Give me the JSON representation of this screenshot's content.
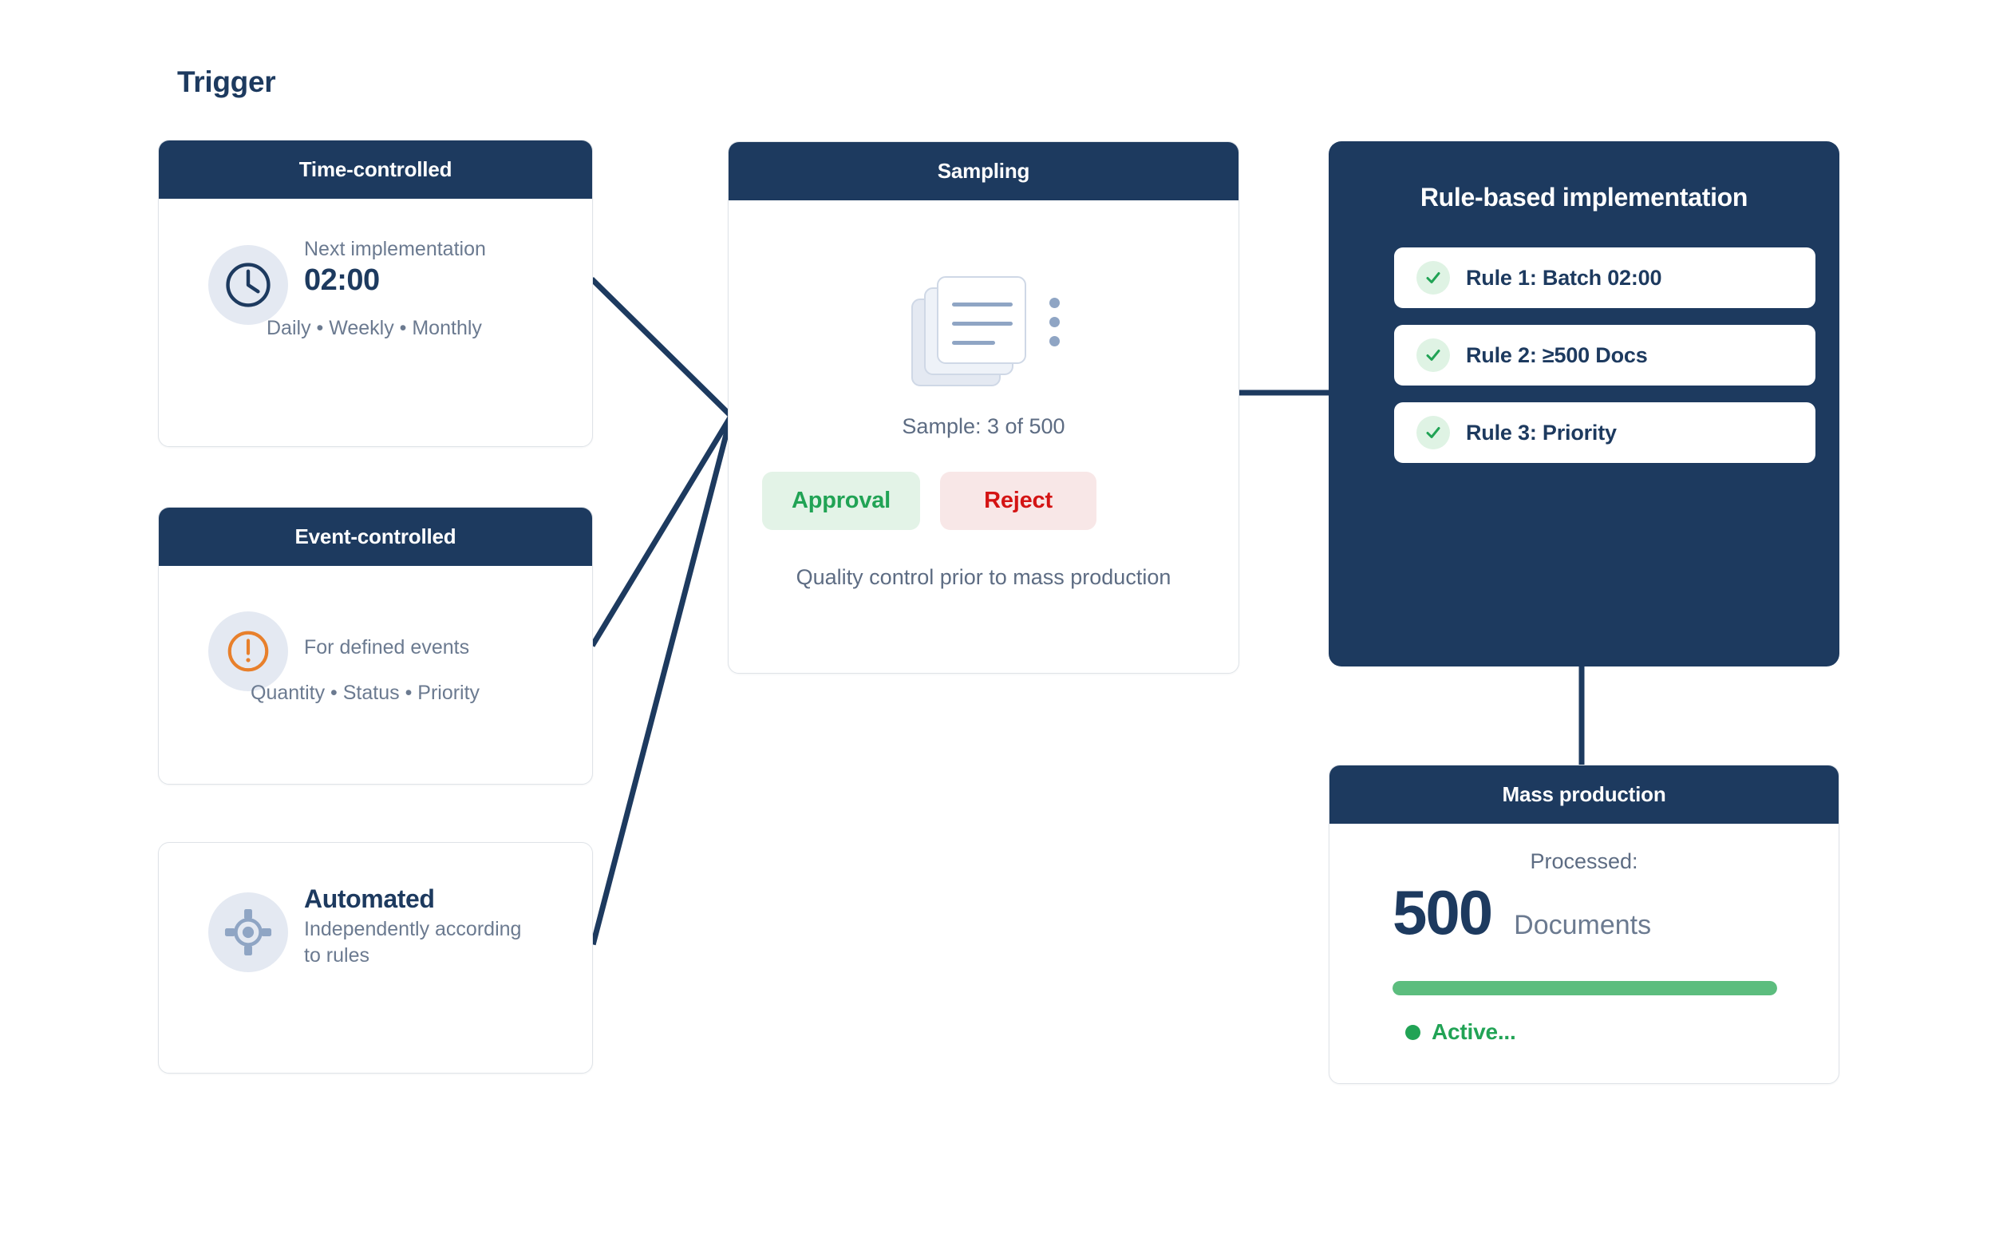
{
  "section": {
    "title": "Trigger"
  },
  "colors": {
    "navy": "#1d3a5f",
    "green": "#21a355",
    "green_soft": "#5cbd7e",
    "red": "#d41414",
    "orange": "#e8802c",
    "muted_blue": "#8fa5c4",
    "icon_bg": "#e4e9f2",
    "text_muted": "#5d6c83"
  },
  "triggers": [
    {
      "header": "Time-controlled",
      "icon": "clock-icon",
      "label": "Next implementation",
      "value": "02:00",
      "footer": "Daily • Weekly • Monthly"
    },
    {
      "header": "Event-controlled",
      "icon": "alert-circle-icon",
      "label": "For defined events",
      "footer": "Quantity • Status • Priority"
    },
    {
      "header": "",
      "icon": "gear-target-icon",
      "title": "Automated",
      "subtitle": "Independently according to rules"
    }
  ],
  "sampling": {
    "header": "Sampling",
    "doc_icon": "document-stack-icon",
    "menu_icon": "more-vertical-icon",
    "sample_count": "Sample: 3 of 500",
    "approve_label": "Approval",
    "reject_label": "Reject",
    "caption": "Quality control prior to mass production"
  },
  "rules_panel": {
    "title": "Rule-based implementation",
    "rules": [
      {
        "check_icon": "check-icon",
        "label": "Rule 1: Batch 02:00"
      },
      {
        "check_icon": "check-icon",
        "label": "Rule 2: ≥500 Docs"
      },
      {
        "check_icon": "check-icon",
        "label": "Rule 3: Priority"
      }
    ]
  },
  "mass_production": {
    "header": "Mass production",
    "processed_label": "Processed:",
    "count": "500",
    "unit": "Documents",
    "progress_percent": 100,
    "status_icon": "status-dot-icon",
    "status_text": "Active..."
  }
}
